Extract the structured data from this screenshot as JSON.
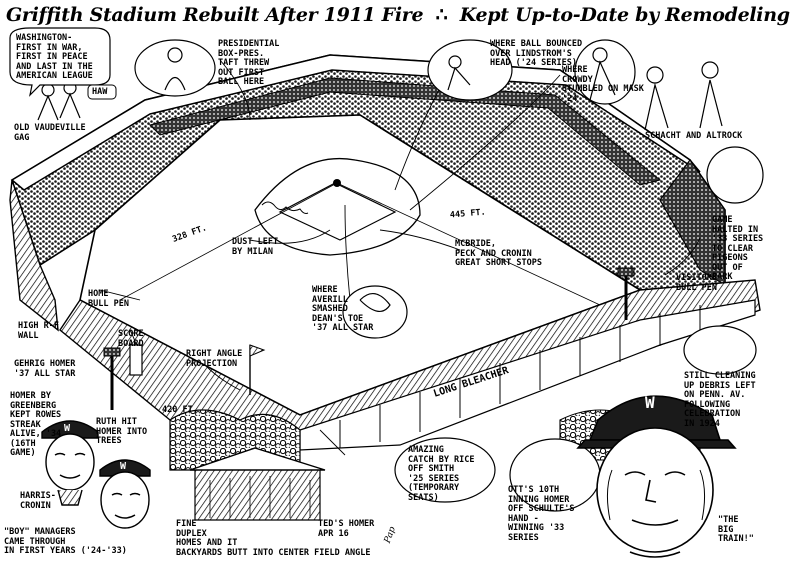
{
  "title": {
    "part1": "Griffith Stadium Rebuilt After 1911 Fire",
    "separator": "∴",
    "part2": "Kept Up-to-Date by Remodeling"
  },
  "labels": {
    "washington": "WASHINGTON-\nFIRST IN WAR,\nFIRST IN PEACE\nAND LAST IN THE\nAMERICAN LEAGUE",
    "haw": "HAW",
    "vaudeville": "OLD VAUDEVILLE\nGAG",
    "presidential": "PRESIDENTIAL\nBOX-PRES.\nTAFT THREW\nOUT FIRST\nBALL HERE",
    "ball_bounced": "WHERE BALL BOUNCED\nOVER LINDSTROM'S\nHEAD ('24 SERIES)",
    "crowdy": "WHERE\nCROWDY\nSTUMBLED ON MASK\n'24",
    "schacht": "SCHACHT AND ALTROCK",
    "game_halted": "GAME\nHALTED IN\n'33 SERIES\nTO CLEAR\nPIGEONS\nOUT OF\nPARK",
    "visitors_bullpen": "VISITORS\nBULL PEN",
    "left_field": "328 FT.",
    "right_field": "445 FT.",
    "dust": "DUST LEFT\nBY MILAN",
    "mcbride": "McBRIDE,\nPECK AND CRONIN\nGREAT SHORT STOPS",
    "home_bullpen": "HOME\nBULL PEN",
    "averill": "WHERE\nAVERILL\nSMASHED\nDEAN'S TOE\n'37 ALL STAR",
    "high_wall": "HIGH R-F\nWALL",
    "score_board": "SCORE\nBOARD",
    "right_angle": "RIGHT ANGLE\nPROJECTION",
    "gehrig": "GEHRIG HOMER\n'37 ALL STAR",
    "greenberg": "HOMER BY\nGREENBERG\nKEPT ROWES\nSTREAK\nALIVE, '34\n(16TH\nGAME)",
    "center_field": "420 FT.",
    "ruth": "RUTH HIT\nHOMER INTO\nTREES",
    "long_bleacher": "LONG BLEACHER",
    "still_cleaning": "STILL CLEANING\nUP DEBRIS LEFT\nON PENN. AV.\nFOLLOWING\nCELEBRATION\nIN 1924",
    "harris_cronin": "HARRIS-\nCRONIN",
    "boy_managers": "\"BOY\" MANAGERS\nCAME THROUGH\nIN FIRST YEARS ('24-'33)",
    "duplex": "FINE\nDUPLEX\nHOMES AND IT\nBACKYARDS BUTT INTO CENTER FIELD ANGLE",
    "teds_homer": "TED'S HOMER\nAPR 16",
    "amazing_catch": "AMAZING\nCATCH BY RICE\nOFF SMITH\n'25 SERIES\n(TEMPORARY\nSEATS)",
    "otts": "OTT'S 10TH\nINNING HOMER\nOFF SCHULTE'S\nHAND -\nWINNING '33\nSERIES",
    "big_train": "\"THE\nBIG\nTRAIN!\"",
    "signature": "Pap",
    "cap_letter": "W"
  },
  "colors": {
    "ink": "#000000",
    "paper": "#ffffff",
    "crowd": "#2a2a2a"
  }
}
